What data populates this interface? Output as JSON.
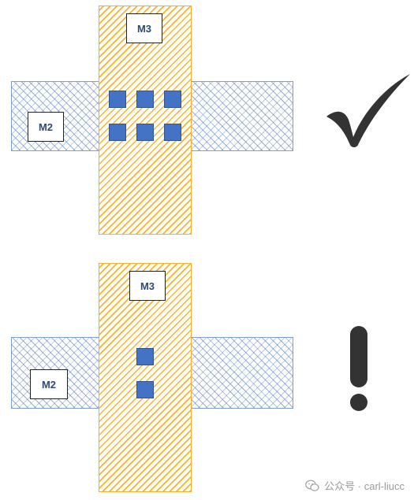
{
  "layouts": [
    {
      "id": "good",
      "m2_label": "M2",
      "m3_label": "M3",
      "via_count": 6,
      "indicator": "checkmark-icon",
      "colors": {
        "m2_hatch": "#466eb9",
        "m3_hatch": "#f4b63a",
        "via": "#4472c4"
      }
    },
    {
      "id": "warn",
      "m2_label": "M2",
      "m3_label": "M3",
      "via_count": 2,
      "indicator": "exclamation-icon",
      "colors": {
        "m2_hatch": "#466eb9",
        "m3_hatch": "#f4b63a",
        "via": "#4472c4"
      }
    }
  ],
  "watermark": {
    "text": "公众号 · carl-liucc",
    "icon": "wechat-icon"
  }
}
